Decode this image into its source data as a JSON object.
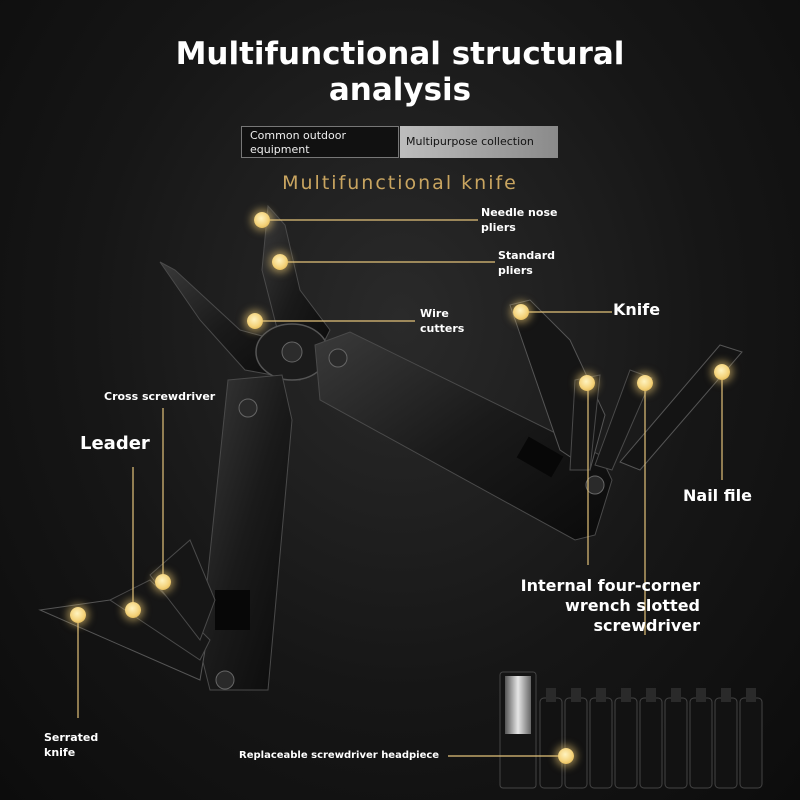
{
  "title_line1": "Multifunctional structural",
  "title_line2": "analysis",
  "tags": {
    "left": "Common outdoor equipment",
    "right": "Multipurpose collection"
  },
  "subtitle": "Multifunctional knife",
  "labels": {
    "needle_nose_1": "Needle nose",
    "needle_nose_2": "pliers",
    "standard_1": "Standard",
    "standard_2": "pliers",
    "wire_1": "Wire",
    "wire_2": "cutters",
    "knife": "Knife",
    "cross": "Cross screwdriver",
    "leader": "Leader",
    "nail_file": "Nail file",
    "wrench_1": "Internal four-corner",
    "wrench_2": "wrench slotted",
    "wrench_3": "screwdriver",
    "serrated_1": "Serrated",
    "serrated_2": "knife",
    "headpiece": "Replaceable screwdriver headpiece"
  },
  "colors": {
    "accent_gold": "#c9a560",
    "marker": "#f4d27a",
    "background": "#161616"
  },
  "icons": [
    "marker-dot-icon"
  ]
}
